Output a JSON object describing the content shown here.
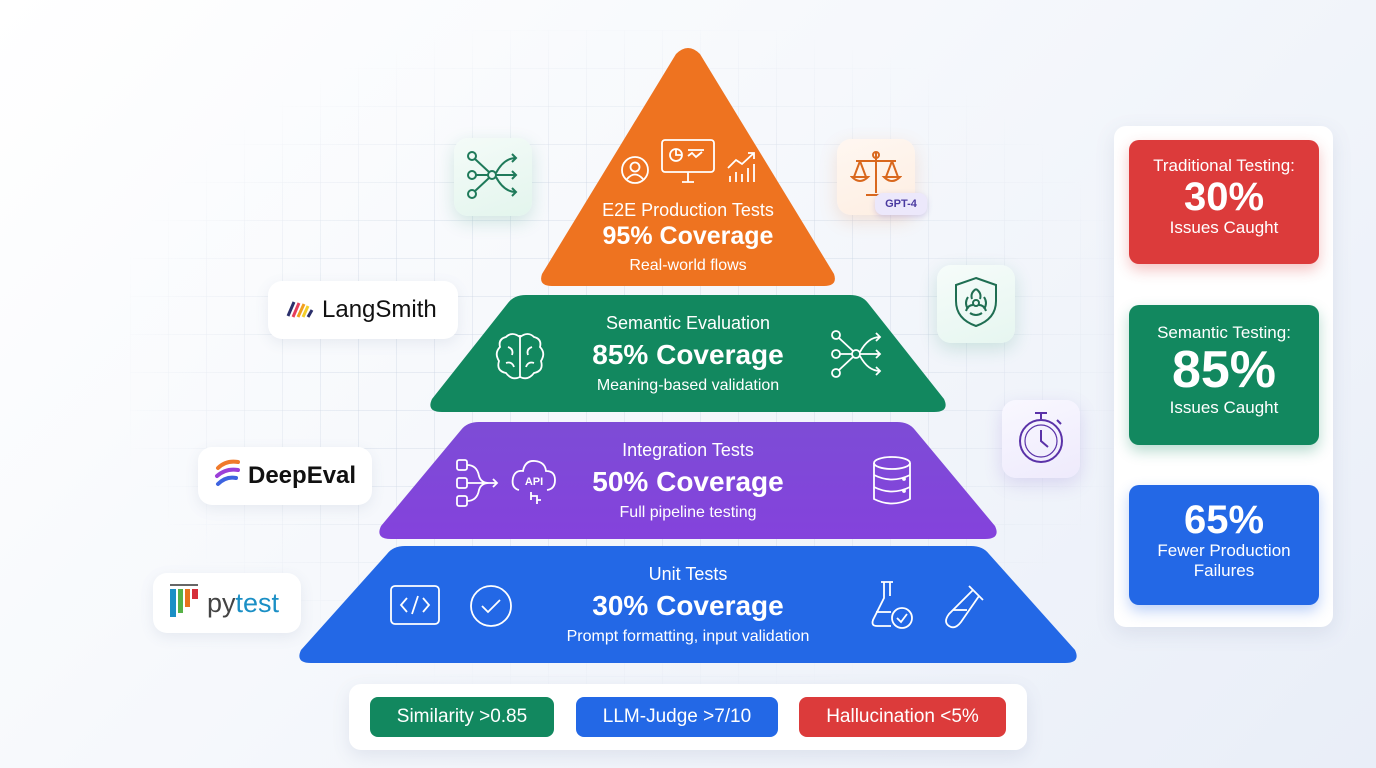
{
  "pyramid": {
    "tiers": [
      {
        "id": "e2e",
        "title": "E2E Production Tests",
        "coverage": "95% Coverage",
        "subtitle": "Real-world flows",
        "color": "#ee7320",
        "icons": [
          "user-icon",
          "monitor-dashboard-icon",
          "trending-chart-icon"
        ]
      },
      {
        "id": "semantic",
        "title": "Semantic Evaluation",
        "coverage": "85% Coverage",
        "subtitle": "Meaning-based validation",
        "color": "#12885f",
        "icons": [
          "brain-icon",
          "network-flow-icon"
        ]
      },
      {
        "id": "integration",
        "title": "Integration Tests",
        "coverage": "50% Coverage",
        "subtitle": "Full pipeline testing",
        "color": "#7c45d9",
        "icons": [
          "pipeline-icon",
          "api-cloud-icon",
          "database-icon"
        ]
      },
      {
        "id": "unit",
        "title": "Unit Tests",
        "coverage": "30% Coverage",
        "subtitle": "Prompt formatting, input validation",
        "color": "#2368e6",
        "icons": [
          "code-icon",
          "check-circle-icon",
          "flask-check-icon",
          "test-tube-icon"
        ]
      }
    ]
  },
  "floating_icons": {
    "judge_badge": "GPT-4"
  },
  "tools": [
    {
      "name": "LangSmith"
    },
    {
      "name": "DeepEval"
    },
    {
      "name": "pytest"
    }
  ],
  "stats": [
    {
      "label": "Traditional Testing:",
      "value": "30%",
      "caption": "Issues Caught",
      "color": "#dc3b3b"
    },
    {
      "label": "Semantic Testing:",
      "value": "85%",
      "caption": "Issues Caught",
      "color": "#12885f"
    },
    {
      "value": "65%",
      "caption_line1": "Fewer Production",
      "caption_line2": "Failures",
      "color": "#2368e6"
    }
  ],
  "metrics": [
    {
      "label": "Similarity >0.85",
      "color": "#12885f"
    },
    {
      "label": "LLM-Judge >7/10",
      "color": "#2368e6"
    },
    {
      "label": "Hallucination <5%",
      "color": "#dc3b3b"
    }
  ]
}
